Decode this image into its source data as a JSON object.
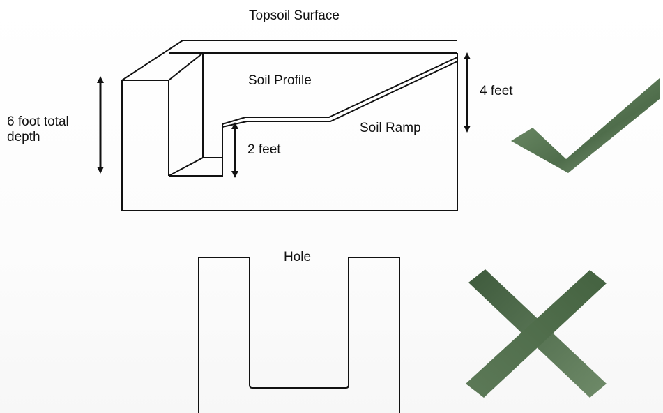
{
  "labels": {
    "topsoil_surface": "Topsoil Surface",
    "soil_profile": "Soil Profile",
    "four_feet": "4 feet",
    "total_depth": "6 foot total depth",
    "soil_ramp": "Soil Ramp",
    "two_feet": "2 feet",
    "hole": "Hole"
  },
  "marks": {
    "correct": "checkmark-icon",
    "incorrect": "x-mark-icon"
  },
  "colors": {
    "line": "#111111",
    "check": "#5b7a57",
    "cross": "#4f6b4c"
  }
}
